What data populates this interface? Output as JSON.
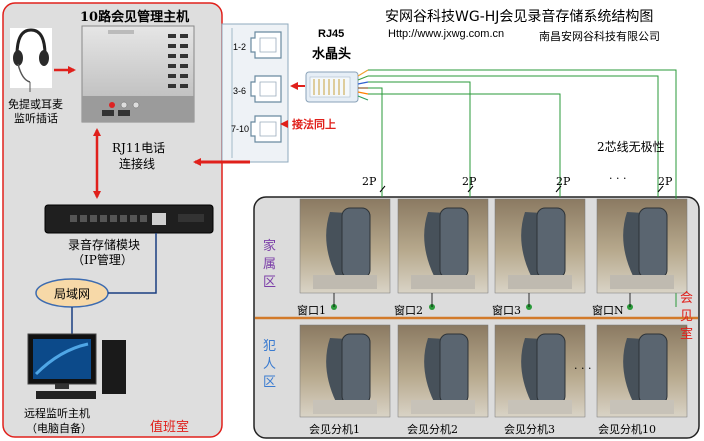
{
  "header": {
    "title": "安网谷科技WG-HJ会见录音存储系统结构图",
    "url": "Http://www.jxwg.com.cn",
    "company": "南昌安网谷科技有限公司"
  },
  "duty_room": {
    "host_title": "10路会见管理主机",
    "headset_caption_1": "免提或耳麦",
    "headset_caption_2": "监听插话",
    "rj11_label_1": "RJ11电话",
    "rj11_label_2": "连接线",
    "recorder_caption_1": "录音存储模块",
    "recorder_caption_2": "（IP管理）",
    "lan_label": "局域网",
    "pc_caption_1": "远程监听主机",
    "pc_caption_2": "（电脑自备）",
    "room_label": "值班室"
  },
  "patch": {
    "ports": [
      "1-2",
      "3-6",
      "7-10"
    ],
    "rj45_label": "RJ45",
    "crystal_label": "水晶头",
    "note": "接法同上"
  },
  "wiring": {
    "twowire_label": "2芯线无极性",
    "pair_labels": [
      "2P",
      "2P",
      "2P",
      "2P"
    ],
    "ellipsis": "· · ·"
  },
  "meeting_room": {
    "family_side": "家属区",
    "inmate_side": "犯人区",
    "room_label": "会见室",
    "windows": [
      "窗口1",
      "窗口2",
      "窗口3",
      "窗口N"
    ],
    "extensions": [
      "会见分机1",
      "会见分机2",
      "会见分机3",
      "会见分机10"
    ],
    "ellipsis": "· · ·"
  }
}
